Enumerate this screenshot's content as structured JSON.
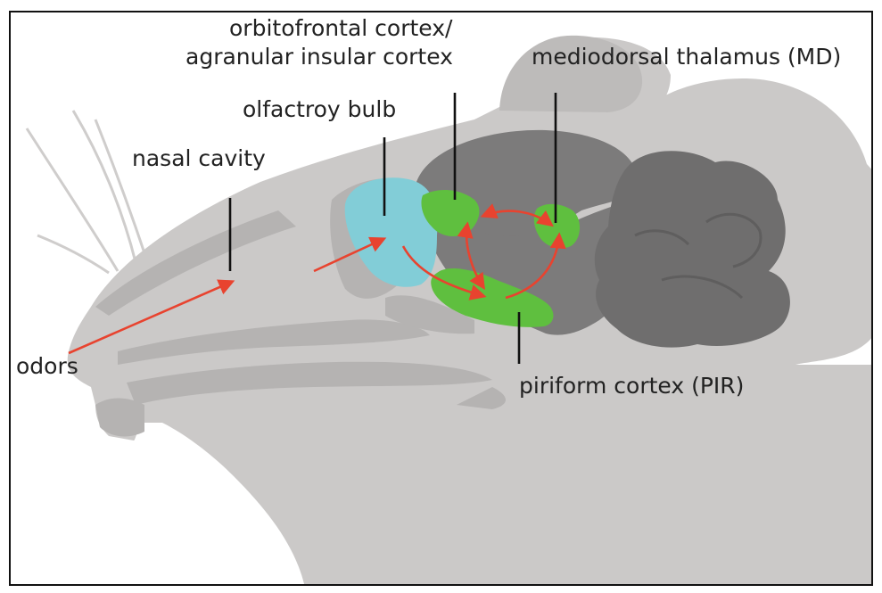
{
  "labels": {
    "orbitofrontal_line1": "orbitofrontal cortex/",
    "orbitofrontal_line2": "agranular insular cortex",
    "mediodorsal": "mediodorsal thalamus (MD)",
    "olfactory_bulb": "olfactroy bulb",
    "nasal_cavity": "nasal cavity",
    "odors": "odors",
    "piriform": "piriform cortex (PIR)"
  },
  "colors": {
    "head": "#cbc9c8",
    "head_shadow": "#b9b7b6",
    "brain": "#7c7b7b",
    "cerebellum": "#6f6e6e",
    "olfactory_bulb": "#82cdd7",
    "highlight": "#5fbf3f",
    "arrow": "#e8432f",
    "pointer": "#111111"
  }
}
